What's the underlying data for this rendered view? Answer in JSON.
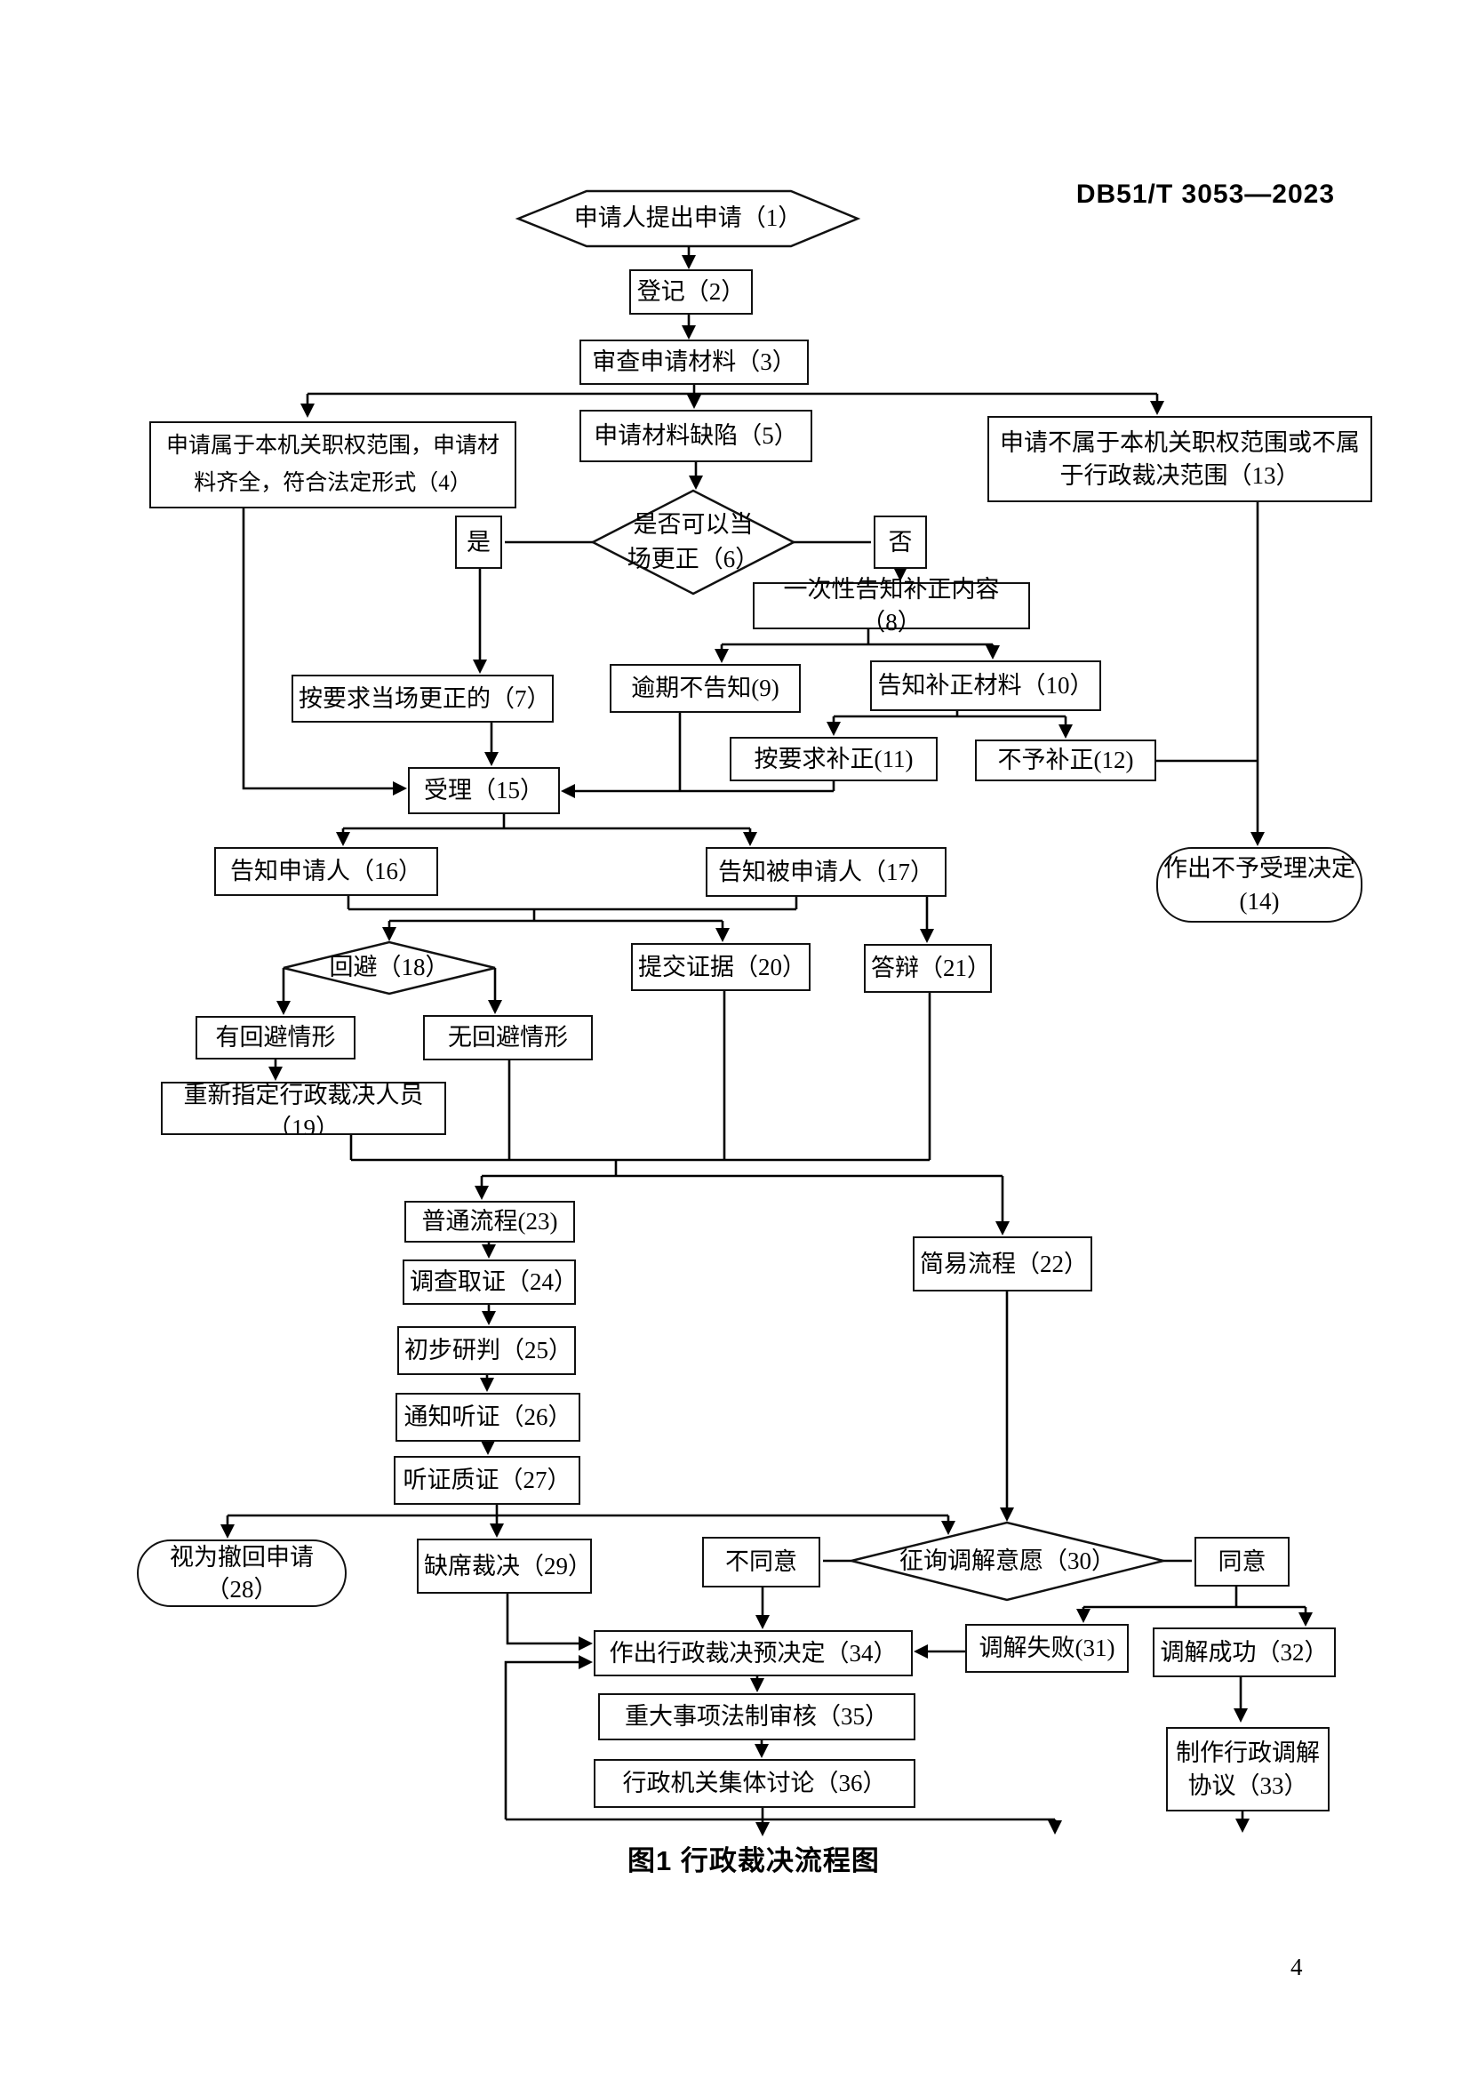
{
  "header": {
    "doc_code": "DB51/T 3053—2023"
  },
  "figure": {
    "caption": "图1  行政裁决流程图",
    "type": "flowchart"
  },
  "page_number": "4",
  "colors": {
    "line": "#000000",
    "node_border": "#111111",
    "node_bg": "#ffffff",
    "text": "#000000"
  },
  "nodes": {
    "n1": "申请人提出申请（1）",
    "n2": "登记（2）",
    "n3": "审查申请材料（3）",
    "n4": "申请属于本机关职权范围，申请材料齐全，符合法定形式（4）",
    "n5": "申请材料缺陷（5）",
    "n6": "是否可以当场更正（6）",
    "n7": "按要求当场更正的（7）",
    "n8": "一次性告知补正内容（8）",
    "n9": "逾期不告知(9)",
    "n10": "告知补正材料（10）",
    "n11": "按要求补正(11)",
    "n12": "不予补正(12)",
    "n13": "申请不属于本机关职权范围或不属于行政裁决范围（13）",
    "n14": "作出不予受理决定(14)",
    "n15": "受理（15）",
    "n16": "告知申请人（16）",
    "n17": "告知被申请人（17）",
    "n18": "回避（18）",
    "n19": "重新指定行政裁决人员（19）",
    "n20": "提交证据（20）",
    "n21": "答辩（21）",
    "n22": "简易流程（22）",
    "n23": "普通流程(23)",
    "n24": "调查取证（24）",
    "n25": "初步研判（25）",
    "n26": "通知听证（26）",
    "n27": "听证质证（27）",
    "n28": "视为撤回申请（28）",
    "n29": "缺席裁决（29）",
    "n30": "征询调解意愿（30）",
    "n31": "调解失败(31)",
    "n32": "调解成功（32）",
    "n33": "制作行政调解协议（33）",
    "n34": "作出行政裁决预决定（34）",
    "n35": "重大事项法制审核（35）",
    "n36": "行政机关集体讨论（36）",
    "yes_label": "是",
    "no_label": "否",
    "has_recusal": "有回避情形",
    "no_recusal": "无回避情形",
    "disagree": "不同意",
    "agree": "同意"
  }
}
